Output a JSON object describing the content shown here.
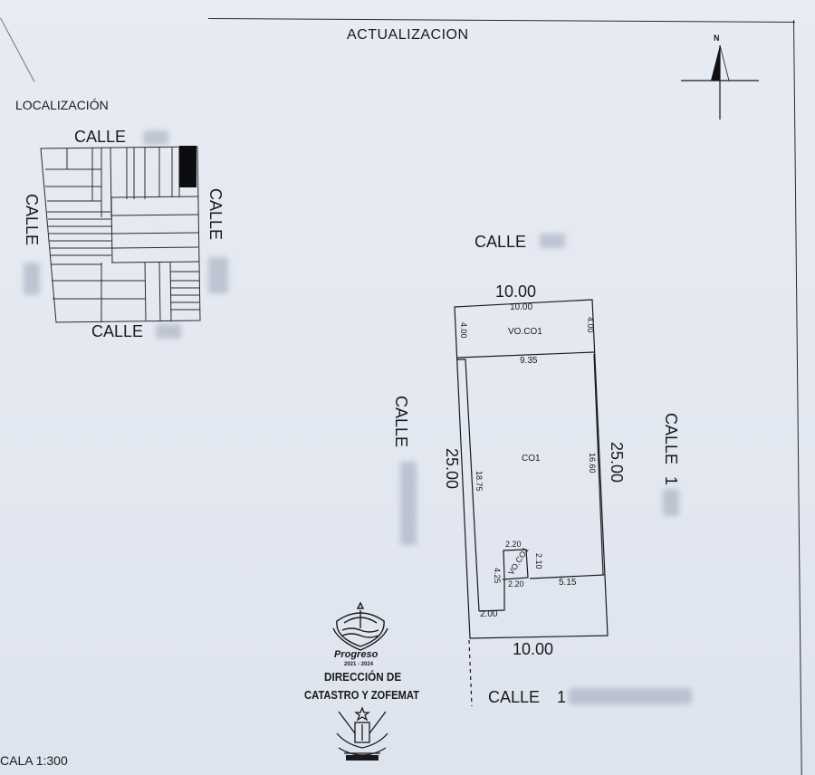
{
  "header": {
    "title": "ACTUALIZACION"
  },
  "north_arrow": {
    "label": "N"
  },
  "location": {
    "title": "LOCALIZACIÓN",
    "street_top": "CALLE",
    "street_left": "CALLE",
    "street_right": "CALLE",
    "street_bottom": "CALLE"
  },
  "plan": {
    "street_top": "CALLE",
    "street_left": "CALLE",
    "street_right": "CALLE",
    "street_bottom": "CALLE",
    "street_right_num": "1",
    "street_bottom_num": "1",
    "outer_top": "10.00",
    "outer_bottom": "10.00",
    "outer_left": "25.00",
    "outer_right": "25.00",
    "inner_top": "10.00",
    "front_left": "4.00",
    "front_right": "4.00",
    "front_zone": "VO.CO1",
    "back_width": "9.35",
    "main_zone": "CO1",
    "inner_left": "18.75",
    "inner_right": "16.60",
    "small_top": "2.20",
    "small_right": "2.10",
    "small_zone": "VO.CO1",
    "small_bottom": "2.20",
    "small_left": "4.25",
    "rear_right": "5.15",
    "rear_left_bottom": "2.00"
  },
  "seal": {
    "city": "Progreso",
    "years": "2021 - 2024",
    "line1": "DIRECCIÓN DE",
    "line2": "CATASTRO Y ZOFEMAT"
  },
  "scale": {
    "label": "CALA 1:300"
  }
}
